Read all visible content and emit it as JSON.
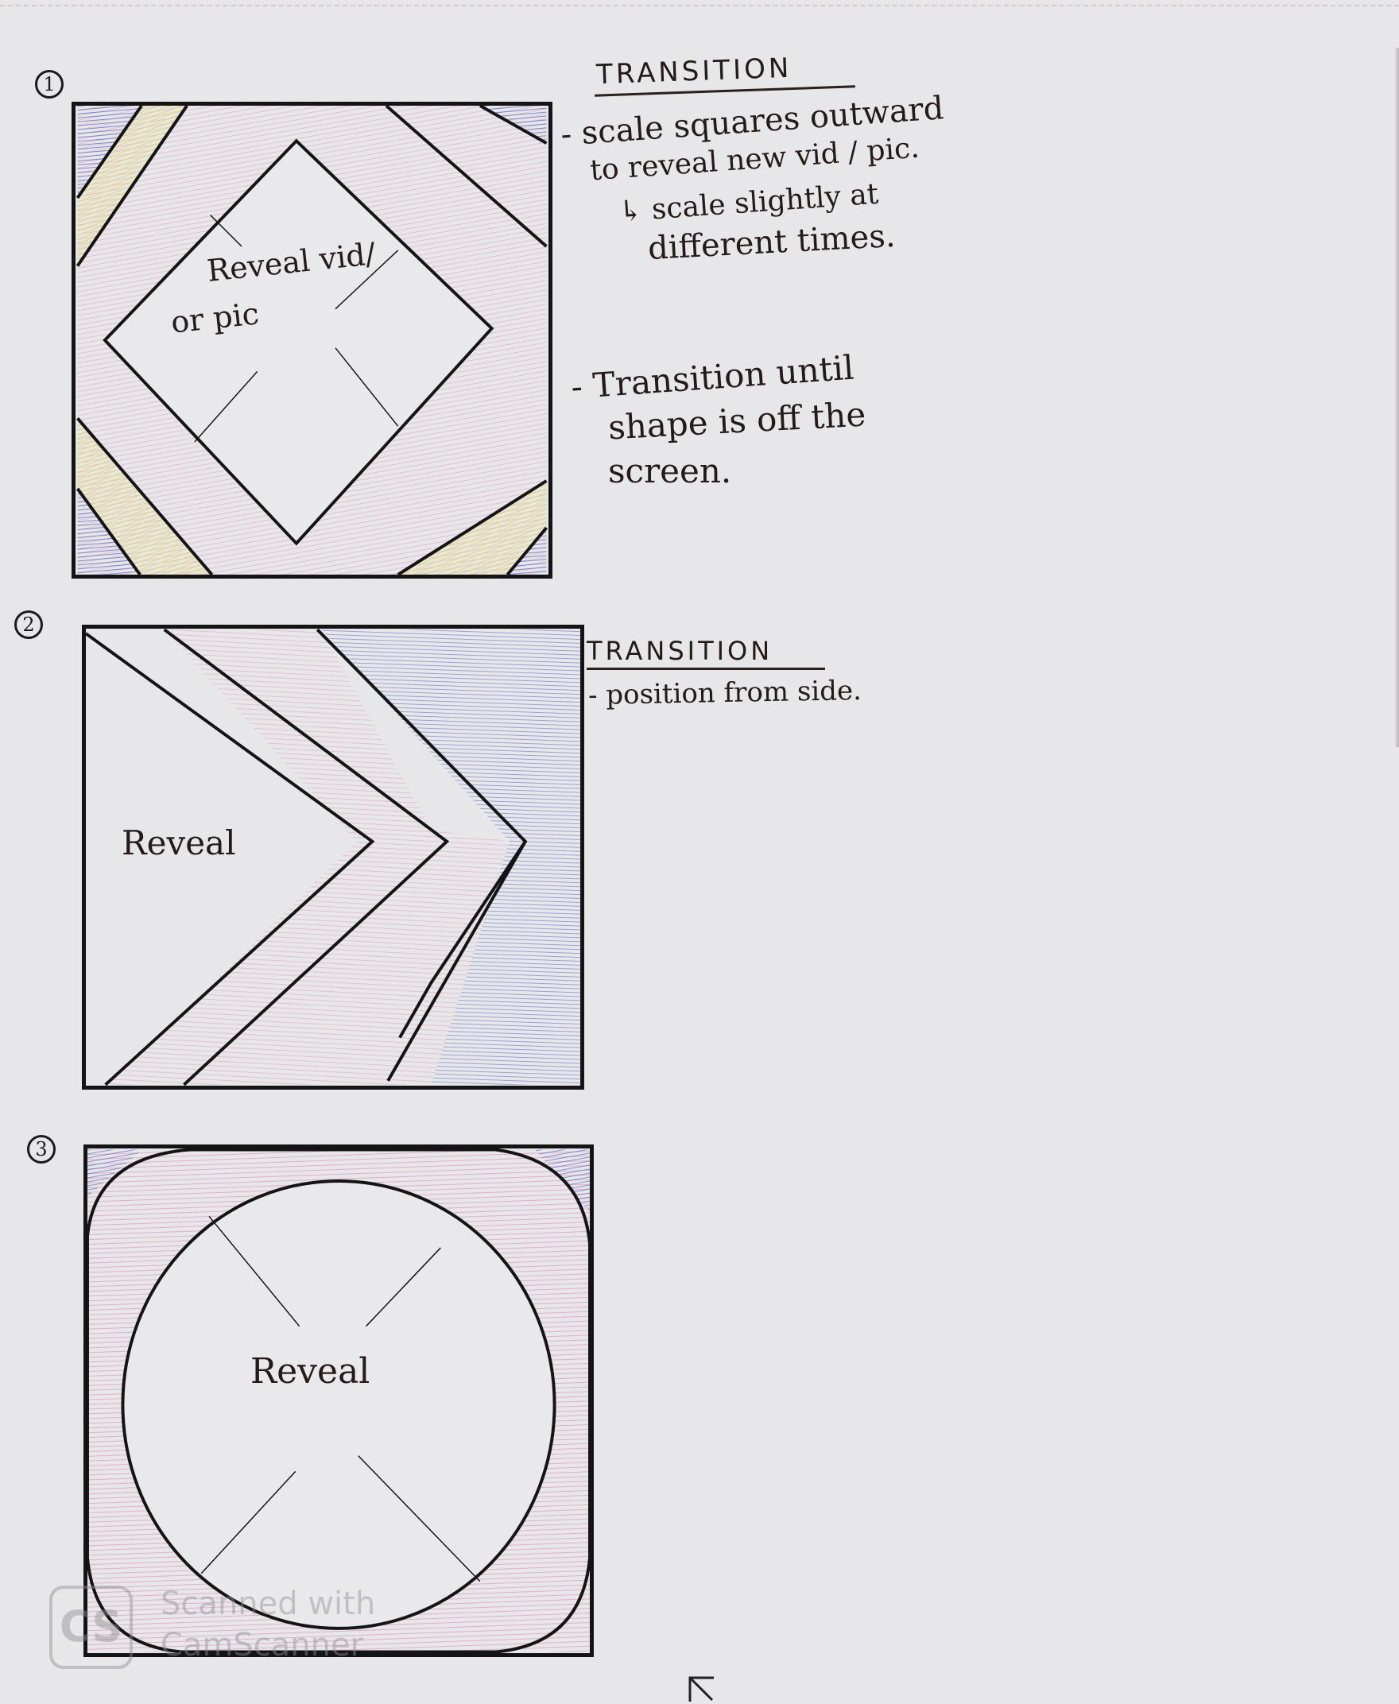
{
  "frames": [
    {
      "number": "1",
      "reveal_label_line1": "Reveal vid/",
      "reveal_label_line2": "or pic",
      "heading": "TRANSITION",
      "notes": [
        "- scale squares outward",
        "to reveal new vid / pic.",
        "↳ scale slightly at",
        "different times.",
        "- Transition until",
        "shape is off the",
        "screen."
      ]
    },
    {
      "number": "2",
      "reveal_label": "Reveal",
      "heading": "TRANSITION",
      "notes": [
        "- position from side."
      ]
    },
    {
      "number": "3",
      "reveal_label": "Reveal"
    }
  ],
  "watermark": {
    "line1": "Scanned with",
    "line2": "CamScanner",
    "logo_text": "CS"
  },
  "colors": {
    "ink": "#141414",
    "pink": "#e7a3c4",
    "yellow": "#ecea78",
    "blue": "#7f8fcf",
    "paper": "#e7e6e9"
  }
}
